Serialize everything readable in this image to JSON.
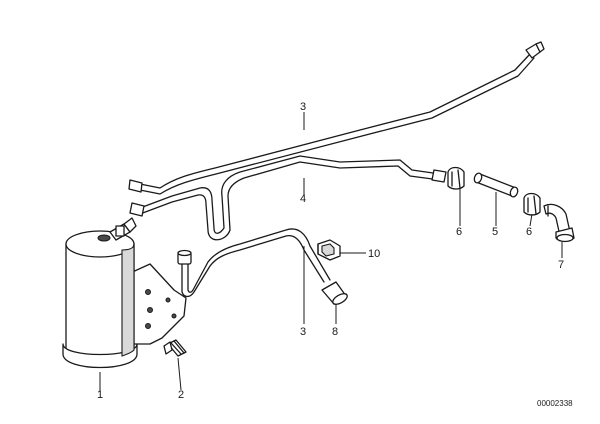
{
  "callouts": {
    "c1": "1",
    "c2": "2",
    "c3a": "3",
    "c3b": "3",
    "c4": "4",
    "c5": "5",
    "c6a": "6",
    "c6b": "6",
    "c7": "7",
    "c8": "8",
    "c10": "10"
  },
  "image_number": "00002338"
}
